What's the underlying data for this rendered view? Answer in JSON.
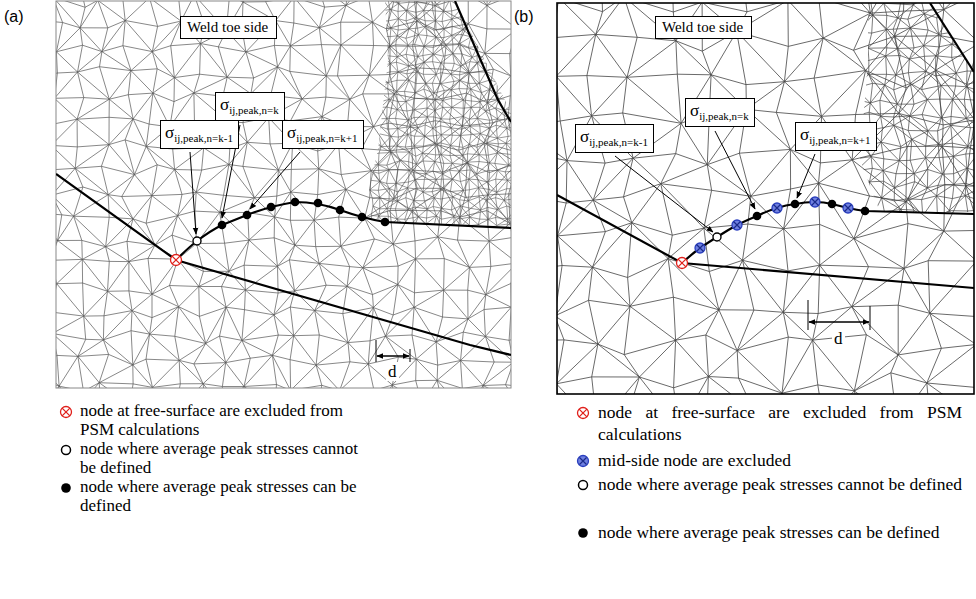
{
  "diagram": {
    "nodes": [
      {
        "text": [
          "Weld toe side"
        ]
      },
      {
        "text": [
          "σ",
          "ij,peak,n=k-1"
        ]
      },
      {
        "text": [
          "σ",
          "ij,peak,n=k"
        ]
      },
      {
        "text": [
          "σ",
          "ij,peak,n=k+1"
        ]
      },
      {
        "text": [
          "Weld toe side"
        ]
      },
      {
        "text": [
          "σ",
          "ij,peak,n=k-1"
        ]
      },
      {
        "text": [
          "σ",
          "ij,peak,n=k"
        ]
      },
      {
        "text": [
          "σ",
          "ij,peak,n=k+1"
        ]
      }
    ],
    "labels": [
      "(a)",
      "(b)",
      "d",
      "d"
    ],
    "legend": [
      {
        "text": "node at free-surface are excluded from PSM calculations"
      },
      {
        "text": "node where average peak stresses cannot be defined"
      },
      {
        "text": "node where average peak stresses can be defined"
      },
      {
        "text": "node at free-surface are excluded from PSM calculations"
      },
      {
        "text": "mid-side node are excluded"
      },
      {
        "text": "node where average peak stresses cannot be defined"
      },
      {
        "text": "node where average peak stresses can be defined"
      }
    ]
  }
}
